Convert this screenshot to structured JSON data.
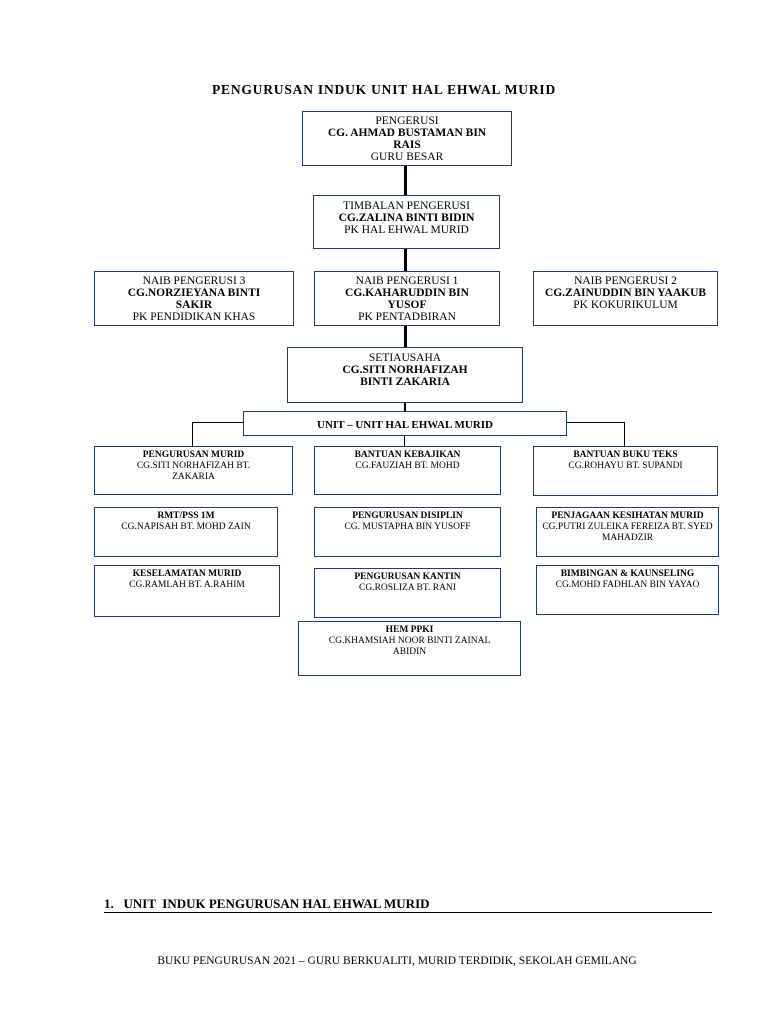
{
  "title": "PENGURUSAN INDUK UNIT HAL EHWAL MURID",
  "pengerusi": {
    "role": "PENGERUSI",
    "name": "CG. AHMAD BUSTAMAN BIN RAIS",
    "position": "GURU BESAR"
  },
  "timbalan": {
    "role": "TIMBALAN PENGERUSI",
    "name": "CG.ZALINA BINTI BIDIN",
    "position": "PK HAL EHWAL MURID"
  },
  "naib3": {
    "role": "NAIB PENGERUSI 3",
    "name": "CG.NORZIEYANA BINTI SAKIR",
    "position": "PK PENDIDIKAN KHAS"
  },
  "naib1": {
    "role": "NAIB PENGERUSI 1",
    "name": "CG.KAHARUDDIN BIN YUSOF",
    "position": "PK PENTADBIRAN"
  },
  "naib2": {
    "role": "NAIB PENGERUSI 2",
    "name": "CG.ZAINUDDIN BIN YAAKUB",
    "position": "PK KOKURIKULUM"
  },
  "setiausaha": {
    "role": "SETIAUSAHA",
    "name": "CG.SITI NORHAFIZAH BINTI ZAKARIA"
  },
  "unit_banner": "UNIT – UNIT HAL EHWAL MURID",
  "units": {
    "pengurusan_murid": {
      "title": "PENGURUSAN MURID",
      "name": "CG.SITI NORHAFIZAH BT. ZAKARIA"
    },
    "bantuan_kebajikan": {
      "title": "BANTUAN KEBAJIKAN",
      "name": "CG.FAUZIAH BT. MOHD"
    },
    "bantuan_buku_teks": {
      "title": "BANTUAN BUKU TEKS",
      "name": "CG.ROHAYU BT. SUPANDI"
    },
    "rmt_pss": {
      "title": "RMT/PSS 1M",
      "name": "CG.NAPISAH BT. MOHD ZAIN"
    },
    "pengurusan_disiplin": {
      "title": "PENGURUSAN DISIPLIN",
      "name": "CG. MUSTAPHA BIN YUSOFF"
    },
    "penjagaan_kesihatan": {
      "title": "PENJAGAAN KESIHATAN MURID",
      "name": "CG.PUTRI ZULEIKA FEREIZA  BT. SYED MAHADZIR"
    },
    "keselamatan_murid": {
      "title": "KESELAMATAN MURID",
      "name": "CG.RAMLAH BT. A.RAHIM"
    },
    "pengurusan_kantin": {
      "title": "PENGURUSAN KANTIN",
      "name": "CG.ROSLIZA BT. RANI"
    },
    "bimbingan_kaunseling": {
      "title": "BIMBINGAN & KAUNSELING",
      "name": "CG.MOHD FADHLAN BIN YAYAO"
    },
    "hem_ppki": {
      "title": "HEM PPKI",
      "name": "CG.KHAMSIAH NOOR BINTI ZAINAL ABIDIN"
    }
  },
  "section_heading": "1.   UNIT  INDUK PENGURUSAN HAL EHWAL MURID",
  "footer": "BUKU PENGURUSAN 2021 – GURU BERKUALITI, MURID TERDIDIK, SEKOLAH GEMILANG"
}
